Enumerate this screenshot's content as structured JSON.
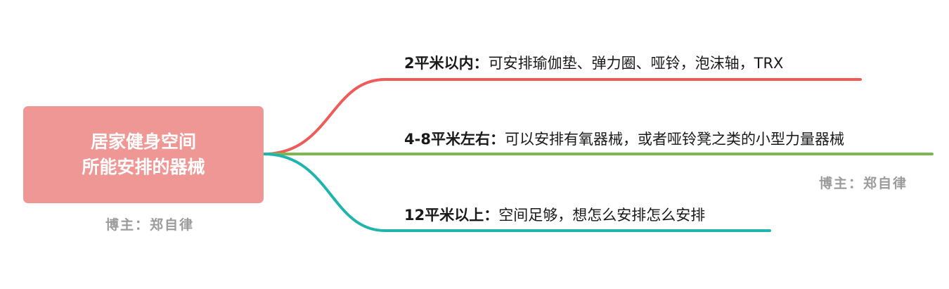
{
  "root": {
    "line1": "居家健身空间",
    "line2": "所能安排的器械",
    "color": "#ef9794"
  },
  "branches": [
    {
      "key": "2平米以内：",
      "text": "可安排瑜伽垫、弹力圈、哑铃，泡沫轴，TRX",
      "color": "#ef5b58"
    },
    {
      "key": "4-8平米左右：",
      "text": "可以安排有氧器械，或者哑铃凳之类的小型力量器械",
      "color": "#7ab84f"
    },
    {
      "key": "12平米以上：",
      "text": "空间足够，想怎么安排怎么安排",
      "color": "#1fb5ad"
    }
  ],
  "watermarks": {
    "right": "博主：郑自律",
    "bottom": "博主：郑自律"
  }
}
